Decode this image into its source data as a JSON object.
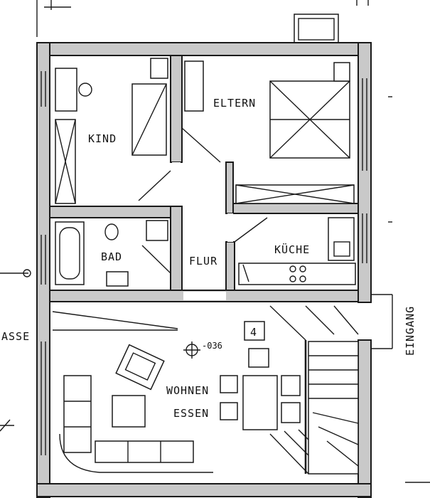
{
  "rooms": {
    "kind": "KIND",
    "eltern": "ELTERN",
    "bad": "BAD",
    "flur": "FLUR",
    "kueche": "KÜCHE",
    "wohnen": "WOHNEN",
    "essen": "ESSEN"
  },
  "annotations": {
    "eingang": "EINGANG",
    "terrasse": "ASSE",
    "level": "-036",
    "stair_number": "4"
  }
}
